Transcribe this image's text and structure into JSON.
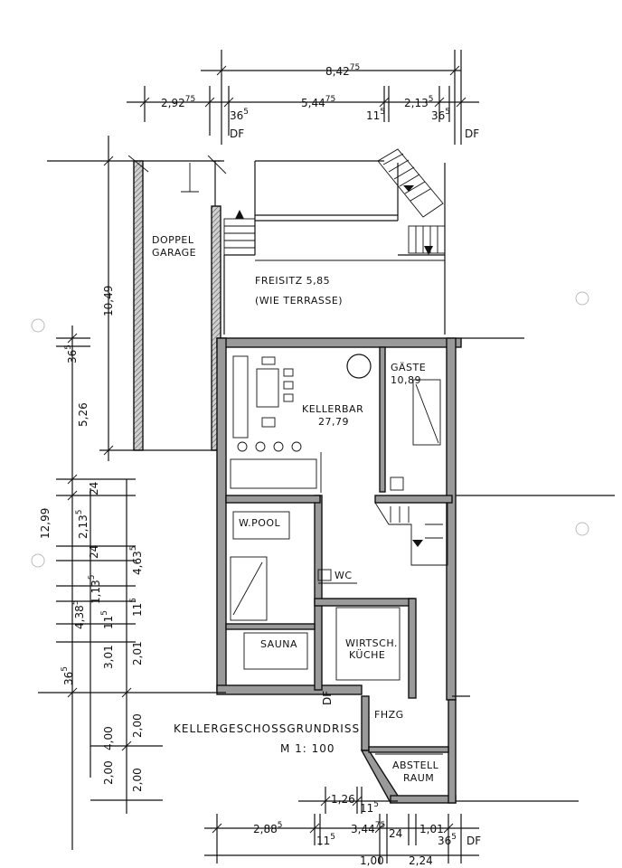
{
  "drawing": {
    "title": "KELLERGESCHOSSGRUNDRISS",
    "scale": "M 1: 100"
  },
  "rooms": {
    "garage_line1": "DOPPEL",
    "garage_line2": "GARAGE",
    "freisitz_line1": "FREISITZ  5,85",
    "freisitz_line2": "(WIE TERRASSE)",
    "kellerbar_name": "KELLERBAR",
    "kellerbar_area": "27,79",
    "gaeste_name": "GÄSTE",
    "gaeste_area": "10,89",
    "wpool": "W.POOL",
    "wc": "WC",
    "sauna": "SAUNA",
    "wirtsch_line1": "WIRTSCH.",
    "wirtsch_line2": "KÜCHE",
    "fhzg": "FHZG",
    "abstell_line1": "ABSTELL",
    "abstell_line2": "RAUM"
  },
  "dims": {
    "top_total": "8,42",
    "top_total_sup": "75",
    "top_a": "2,92",
    "top_a_sup": "75",
    "top_b": "5,44",
    "top_b_sup": "75",
    "top_c": "2,13",
    "top_c_sup": "5",
    "top_d": "36",
    "top_d_sup": "5",
    "top_e": "11",
    "top_e_sup": "5",
    "top_f": "36",
    "top_f_sup": "5",
    "df1": "DF",
    "df2": "DF",
    "df3": "DF",
    "df4": "DF",
    "left_1049": "10,49",
    "left_365a": "36",
    "left_365a_sup": "5",
    "left_526": "5,26",
    "left_24a": "24",
    "left_1299": "12,99",
    "left_2135": "2,13",
    "left_2135_sup": "5",
    "left_24b": "24",
    "left_4635": "4,63",
    "left_4635_sup": "5",
    "left_1135": "1,13",
    "left_1135_sup": "5",
    "left_4385": "4,38",
    "left_4385_sup": "5",
    "left_115a": "11",
    "left_115a_sup": "5",
    "left_115b": "11",
    "left_115b_sup": "5",
    "left_301": "3,01",
    "left_201": "2,01",
    "left_365b": "36",
    "left_365b_sup": "5",
    "left_400": "4,00",
    "left_200a": "2,00",
    "left_200b": "2,00",
    "left_200c": "2,00",
    "bot_126": "1,26",
    "bot_115": "11",
    "bot_115_sup": "5",
    "bot_2885": "2,88",
    "bot_2885_sup": "5",
    "bot_115b": "11",
    "bot_115b_sup": "5",
    "bot_34475": "3,44",
    "bot_34475_sup": "75",
    "bot_24": "24",
    "bot_101": "1,01",
    "bot_365": "36",
    "bot_365_sup": "5",
    "bot_100": "1,00",
    "bot_224": "2,24"
  },
  "colors": {
    "line": "#111111",
    "wall_fill": "#9a9a9a",
    "paper": "#ffffff"
  }
}
